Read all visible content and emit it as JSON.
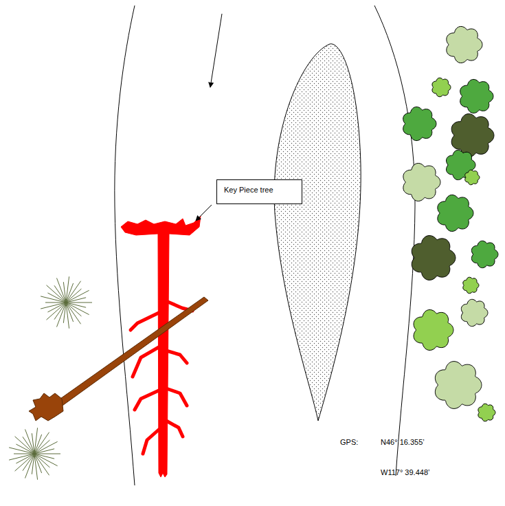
{
  "diagram": {
    "nodes": [
      {
        "text": [
          "Key Piece tree"
        ]
      }
    ],
    "labels": [
      "GPS:",
      "N46° 16.355’",
      "W117° 39.448’"
    ]
  }
}
